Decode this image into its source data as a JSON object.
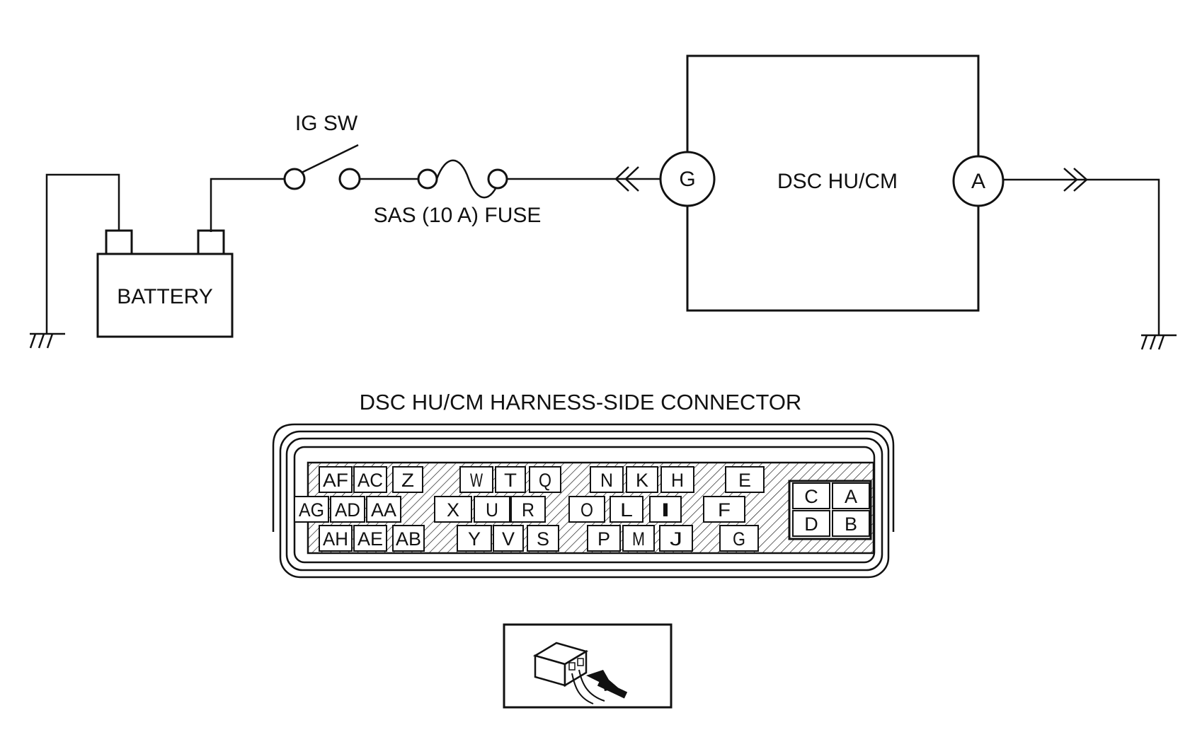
{
  "circuit": {
    "ig_switch_label": "IG SW",
    "fuse_label": "SAS (10 A) FUSE",
    "battery_label": "BATTERY",
    "module_label": "DSC HU/CM",
    "terminal_g": "G",
    "terminal_a": "A"
  },
  "connector": {
    "title": "DSC HU/CM HARNESS-SIDE CONNECTOR",
    "row1": [
      "AF",
      "AC",
      "Z",
      "W",
      "T",
      "Q",
      "N",
      "K",
      "H",
      "E"
    ],
    "row2": [
      "AG",
      "AD",
      "AA",
      "X",
      "U",
      "R",
      "O",
      "L",
      "I",
      "F"
    ],
    "row3": [
      "AH",
      "AE",
      "AB",
      "Y",
      "V",
      "S",
      "P",
      "M",
      "J",
      "G"
    ],
    "block": [
      "C",
      "A",
      "D",
      "B"
    ]
  },
  "colors": {
    "line": "#111111",
    "background": "#ffffff"
  },
  "icons": {
    "connector_view": "connector-harness-view-icon"
  }
}
